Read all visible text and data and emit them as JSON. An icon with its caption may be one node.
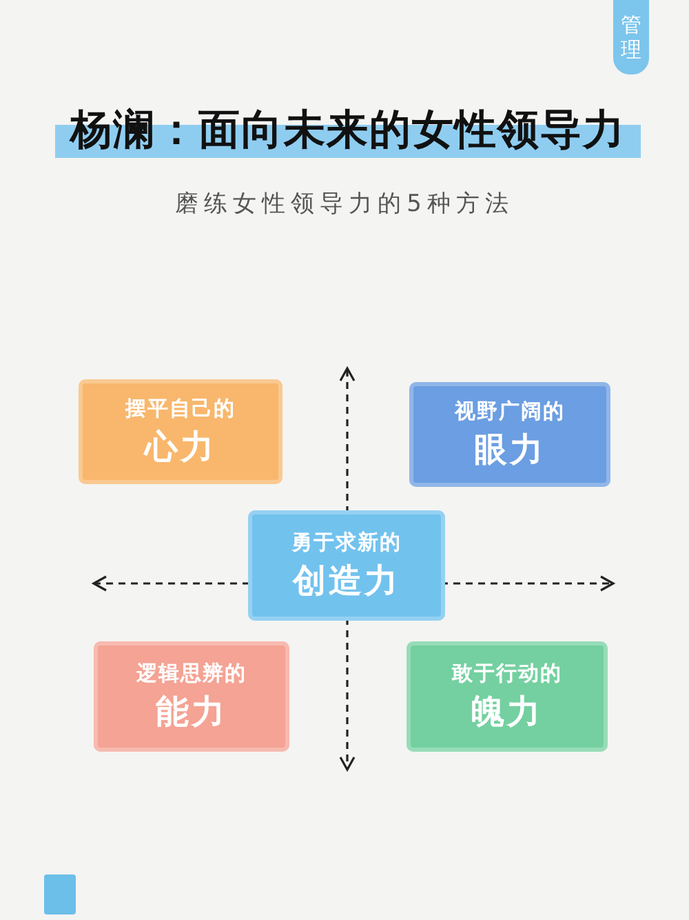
{
  "diagram": {
    "title": "杨澜：面向未来的女性领导力",
    "nodes": [
      {
        "text": [
          "管理"
        ]
      },
      {
        "text": [
          "摆平自己的",
          "心力"
        ]
      },
      {
        "text": [
          "视野广阔的",
          "眼力"
        ]
      },
      {
        "text": [
          "勇于求新的",
          "创造力"
        ]
      },
      {
        "text": [
          "逻辑思辨的",
          "能力"
        ]
      },
      {
        "text": [
          "敢于行动的",
          "魄力"
        ]
      }
    ],
    "labels": [
      "磨练女性领导力的5种方法"
    ]
  }
}
